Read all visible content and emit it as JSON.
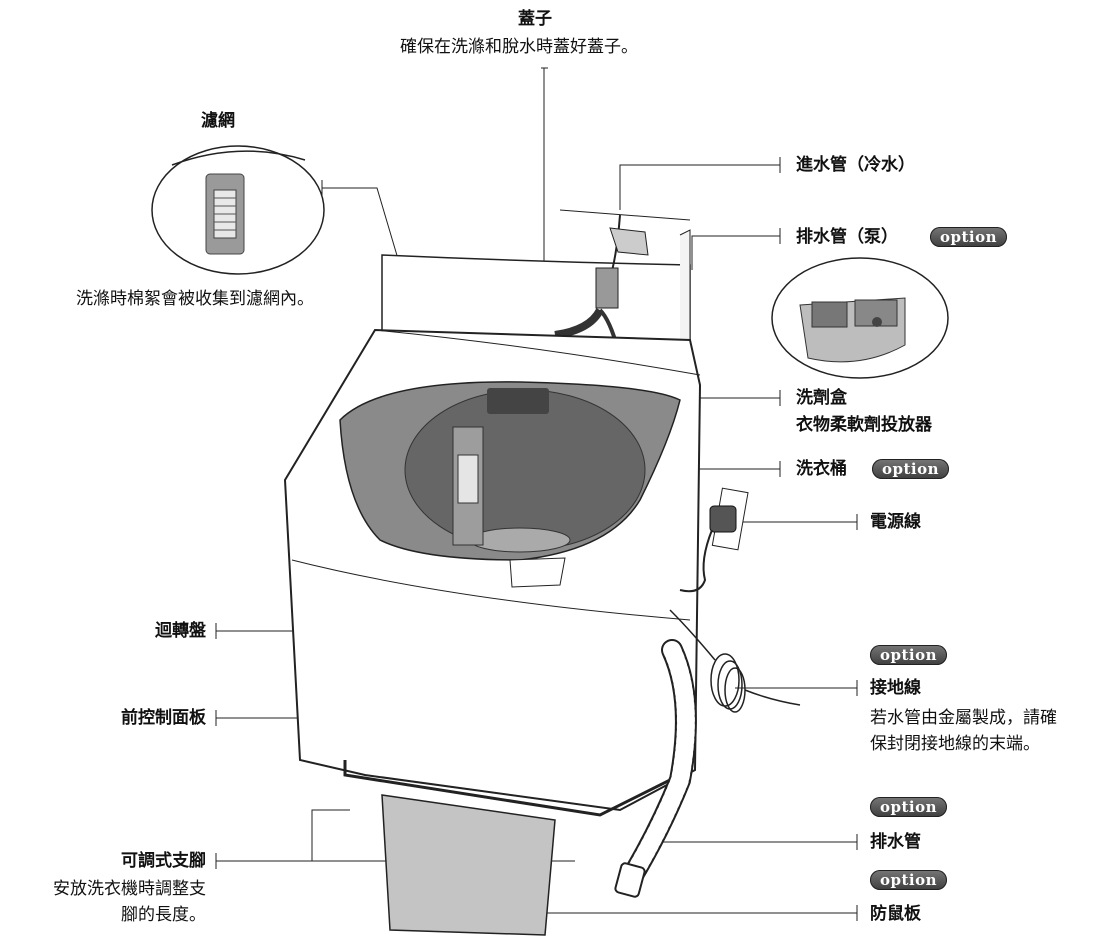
{
  "labels": {
    "lid_title": "蓋子",
    "lid_desc": "確保在洗滌和脫水時蓋好蓋子。",
    "filter_title": "濾網",
    "filter_desc": "洗滌時棉絮會被收集到濾網內。",
    "inlet_hose": "進水管（冷水）",
    "drain_pump": "排水管（泵）",
    "detergent_box": "洗劑盒",
    "softener_dispenser": "衣物柔軟劑投放器",
    "tub": "洗衣桶",
    "power_cord": "電源線",
    "pulsator": "迴轉盤",
    "front_panel": "前控制面板",
    "ground_wire": "接地線",
    "ground_desc_1": "若水管由金屬製成，請確",
    "ground_desc_2": "保封閉接地線的末端。",
    "feet": "可調式支腳",
    "feet_desc_1": "安放洗衣機時調整支",
    "feet_desc_2": "腳的長度。",
    "drain_hose": "排水管",
    "rat_plate": "防鼠板"
  },
  "badge_text": "option"
}
